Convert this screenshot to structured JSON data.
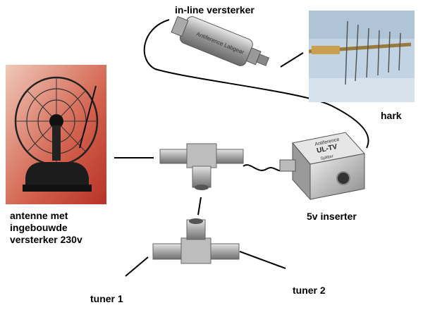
{
  "labels": {
    "inline_amp": "in-line versterker",
    "hark": "hark",
    "antenna": "antenne met ingebouwde versterker 230v",
    "inserter": "5v inserter",
    "tuner1": "tuner 1",
    "tuner2": "tuner 2"
  },
  "inserter_print": {
    "brand": "Antiference",
    "model": "UL-TV",
    "sub": "Splitter"
  },
  "amp_print": "Antiference Labgear",
  "colors": {
    "photo_bg_antenna": "#c9463a",
    "photo_bg_hark": "#b9cce0",
    "metal": "#b8b8b8",
    "wire": "#000000"
  }
}
